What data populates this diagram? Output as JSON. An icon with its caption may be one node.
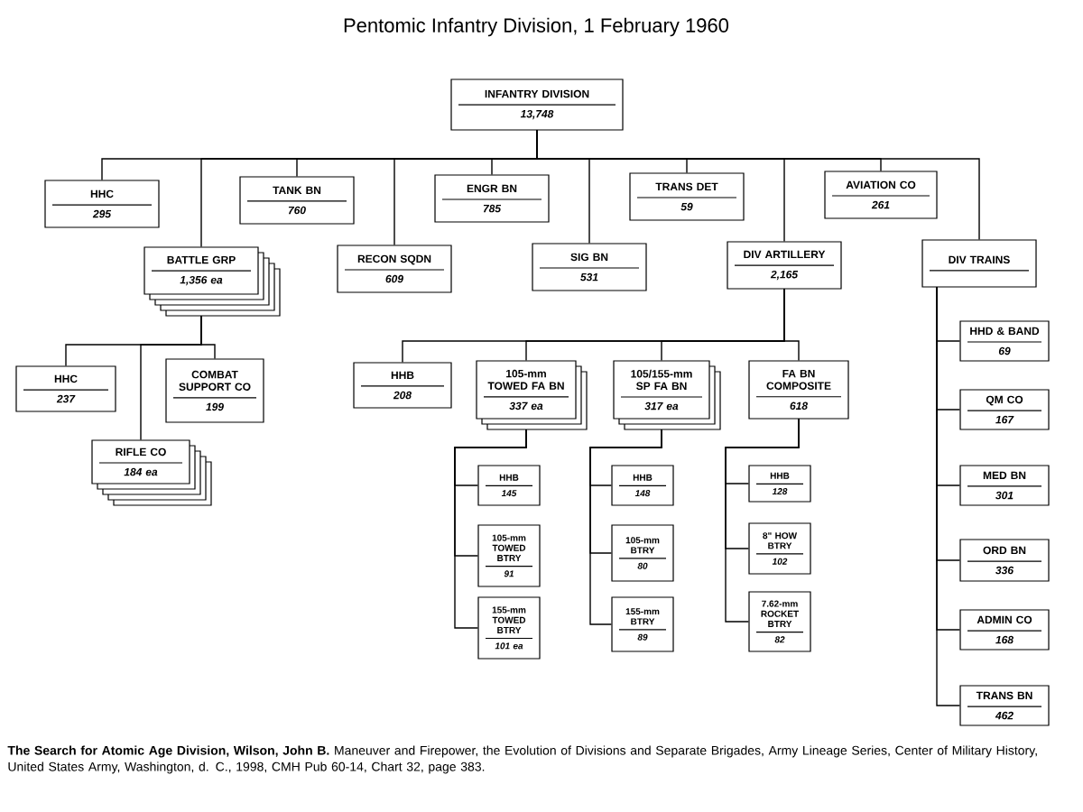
{
  "diagram": {
    "title": "Pentomic Infantry Division, 1 February 1960",
    "nodes": [
      {
        "text": [
          "INFANTRY DIVISION",
          "13,748"
        ]
      },
      {
        "text": [
          "HHC",
          "295"
        ]
      },
      {
        "text": [
          "TANK BN",
          "760"
        ]
      },
      {
        "text": [
          "ENGR BN",
          "785"
        ]
      },
      {
        "text": [
          "TRANS DET",
          "59"
        ]
      },
      {
        "text": [
          "AVIATION CO",
          "261"
        ]
      },
      {
        "text": [
          "BATTLE GRP",
          "1,356 ea"
        ]
      },
      {
        "text": [
          "RECON SQDN",
          "609"
        ]
      },
      {
        "text": [
          "SIG BN",
          "531"
        ]
      },
      {
        "text": [
          "DIV ARTILLERY",
          "2,165"
        ]
      },
      {
        "text": [
          "DIV TRAINS"
        ]
      },
      {
        "text": [
          "HHC",
          "237"
        ]
      },
      {
        "text": [
          "COMBAT SUPPORT CO",
          "199"
        ]
      },
      {
        "text": [
          "RIFLE CO",
          "184 ea"
        ]
      },
      {
        "text": [
          "HHB",
          "208"
        ]
      },
      {
        "text": [
          "105-mm TOWED FA BN",
          "337 ea"
        ]
      },
      {
        "text": [
          "105/155-mm SP FA BN",
          "317 ea"
        ]
      },
      {
        "text": [
          "FA BN COMPOSITE",
          "618"
        ]
      },
      {
        "text": [
          "HHB",
          "145"
        ]
      },
      {
        "text": [
          "105-mm TOWED BTRY",
          "91"
        ]
      },
      {
        "text": [
          "155-mm TOWED BTRY",
          "101 ea"
        ]
      },
      {
        "text": [
          "HHB",
          "148"
        ]
      },
      {
        "text": [
          "105-mm BTRY",
          "80"
        ]
      },
      {
        "text": [
          "155-mm BTRY",
          "89"
        ]
      },
      {
        "text": [
          "HHB",
          "128"
        ]
      },
      {
        "text": [
          "8\" HOW BTRY",
          "102"
        ]
      },
      {
        "text": [
          "7.62-mm ROCKET BTRY",
          "82"
        ]
      },
      {
        "text": [
          "HHD & BAND",
          "69"
        ]
      },
      {
        "text": [
          "QM CO",
          "167"
        ]
      },
      {
        "text": [
          "MED BN",
          "301"
        ]
      },
      {
        "text": [
          "ORD BN",
          "336"
        ]
      },
      {
        "text": [
          "ADMIN CO",
          "168"
        ]
      },
      {
        "text": [
          "TRANS BN",
          "462"
        ]
      }
    ],
    "edges": [
      {
        "from": 0,
        "to": 1,
        "arrow": "none"
      },
      {
        "from": 0,
        "to": 2,
        "arrow": "none"
      },
      {
        "from": 0,
        "to": 3,
        "arrow": "none"
      },
      {
        "from": 0,
        "to": 4,
        "arrow": "none"
      },
      {
        "from": 0,
        "to": 5,
        "arrow": "none"
      },
      {
        "from": 0,
        "to": 6,
        "arrow": "none"
      },
      {
        "from": 0,
        "to": 7,
        "arrow": "none"
      },
      {
        "from": 0,
        "to": 8,
        "arrow": "none"
      },
      {
        "from": 0,
        "to": 9,
        "arrow": "none"
      },
      {
        "from": 0,
        "to": 10,
        "arrow": "none"
      },
      {
        "from": 6,
        "to": 11,
        "arrow": "none"
      },
      {
        "from": 6,
        "to": 12,
        "arrow": "none"
      },
      {
        "from": 6,
        "to": 13,
        "arrow": "none"
      },
      {
        "from": 9,
        "to": 14,
        "arrow": "none"
      },
      {
        "from": 9,
        "to": 15,
        "arrow": "none"
      },
      {
        "from": 9,
        "to": 16,
        "arrow": "none"
      },
      {
        "from": 9,
        "to": 17,
        "arrow": "none"
      },
      {
        "from": 15,
        "to": 18,
        "arrow": "none"
      },
      {
        "from": 15,
        "to": 19,
        "arrow": "none"
      },
      {
        "from": 15,
        "to": 20,
        "arrow": "none"
      },
      {
        "from": 16,
        "to": 21,
        "arrow": "none"
      },
      {
        "from": 16,
        "to": 22,
        "arrow": "none"
      },
      {
        "from": 16,
        "to": 23,
        "arrow": "none"
      },
      {
        "from": 17,
        "to": 24,
        "arrow": "none"
      },
      {
        "from": 17,
        "to": 25,
        "arrow": "none"
      },
      {
        "from": 17,
        "to": 26,
        "arrow": "none"
      },
      {
        "from": 10,
        "to": 27,
        "arrow": "none"
      },
      {
        "from": 10,
        "to": 28,
        "arrow": "none"
      },
      {
        "from": 10,
        "to": 29,
        "arrow": "none"
      },
      {
        "from": 10,
        "to": 30,
        "arrow": "none"
      },
      {
        "from": 10,
        "to": 31,
        "arrow": "none"
      },
      {
        "from": 10,
        "to": 32,
        "arrow": "none"
      }
    ],
    "caption": "**The Search for Atomic Age Division, Wilson, John B.** Maneuver and Firepower, the Evolution of Divisions and Separate Brigades, Army Lineage Series, Center of Military History, United States Army, Washington, d. C., 1998,  CMH Pub 60-14, Chart 32, page 383."
  }
}
